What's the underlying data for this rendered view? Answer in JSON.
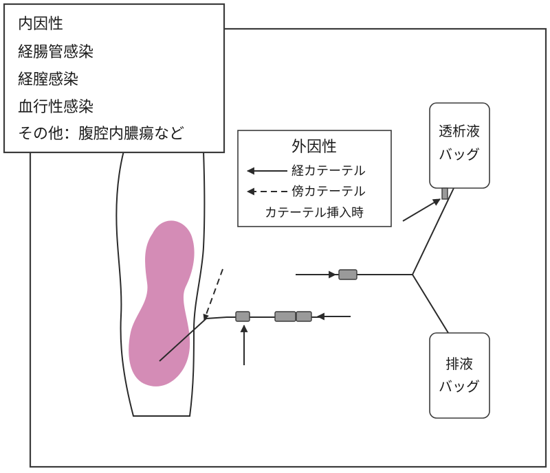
{
  "colors": {
    "peritoneal_cavity": "#d48cb6",
    "connector": "#9a9a9a",
    "line": "#2a2a2a"
  },
  "endogenous": {
    "title": "内因性",
    "items": [
      "経腸管感染",
      "経膣感染",
      "血行性感染",
      "その他：腹腔内膿瘍など"
    ]
  },
  "exogenous": {
    "title": "外因性",
    "legend_solid": "経カテーテル",
    "legend_dashed": "傍カテーテル",
    "legend_insertion": "カテーテル挿入時"
  },
  "dialysate_bag": {
    "line1": "透析液",
    "line2": "バッグ"
  },
  "drain_bag": {
    "line1": "排液",
    "line2": "バッグ"
  }
}
